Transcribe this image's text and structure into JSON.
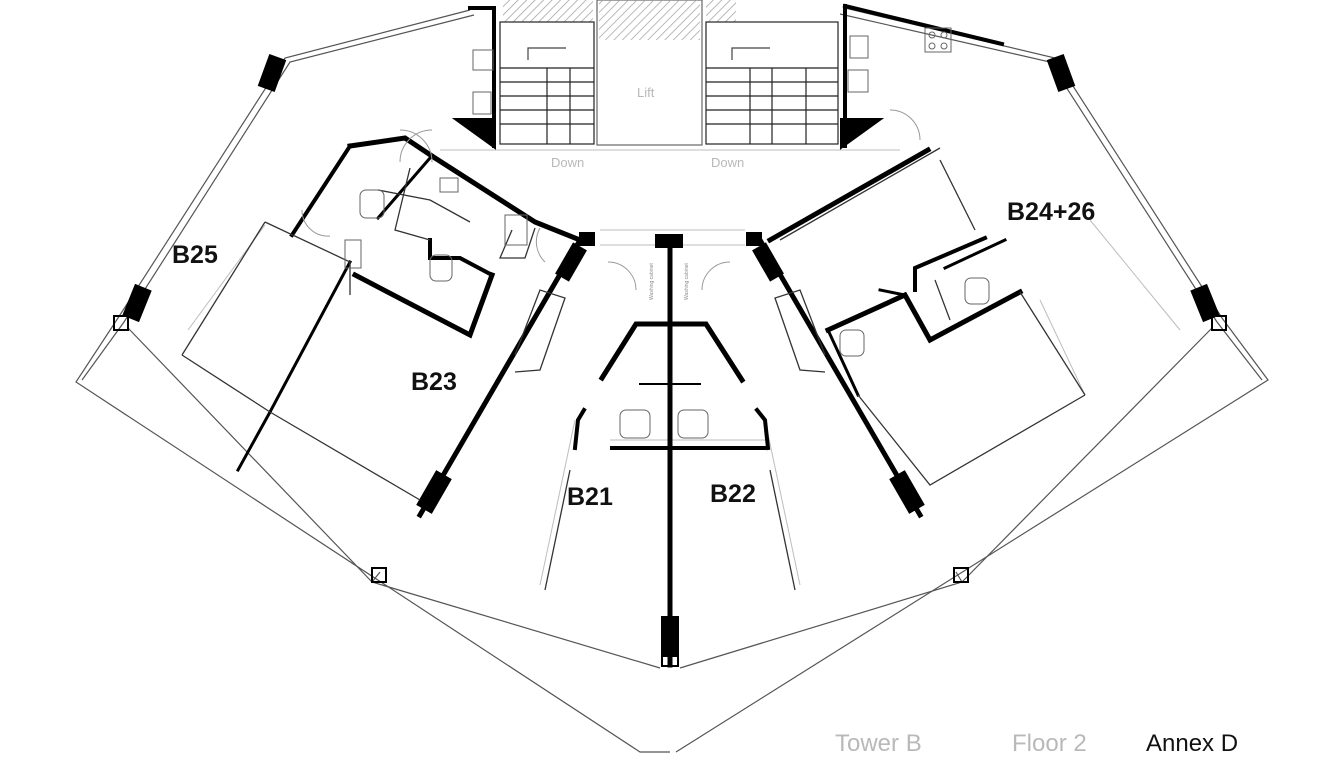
{
  "plan": {
    "units": {
      "b21": "B21",
      "b22": "B22",
      "b23": "B23",
      "b24_26": "B24+26",
      "b25": "B25"
    },
    "core": {
      "lift": "Lift",
      "down_left": "Down",
      "down_right": "Down"
    },
    "small_labels": {
      "washing_cabinet_left": "Washing cabinet",
      "washing_cabinet_right": "Washing cabinet"
    },
    "colors": {
      "wall": "#000000",
      "thin_line": "#555555",
      "faint_line": "#bdbdbd",
      "hatch": "#9a9a9a"
    }
  },
  "footer": {
    "tower": "Tower B",
    "floor": "Floor 2",
    "annex": "Annex D"
  }
}
